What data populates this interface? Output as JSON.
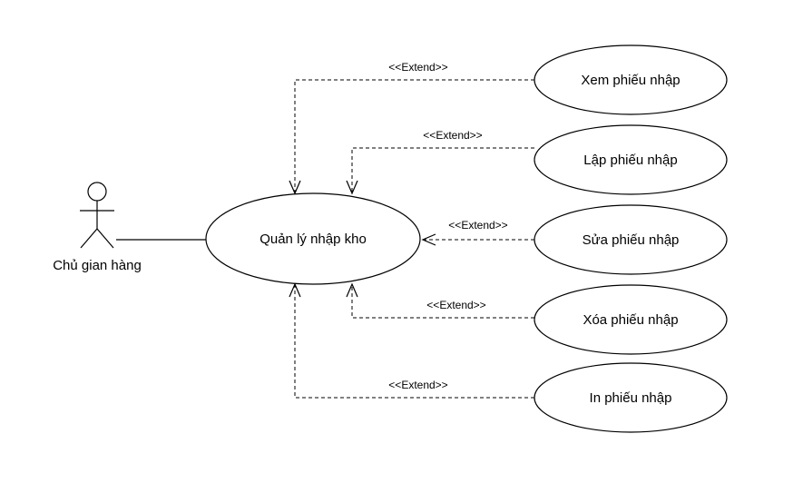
{
  "diagram": {
    "actor": {
      "label": "Chủ gian hàng"
    },
    "main_use_case": {
      "label": "Quản lý nhập kho"
    },
    "relation_label": "<<Extend>>",
    "extensions": [
      {
        "id": "xem",
        "label": "Xem phiếu nhập"
      },
      {
        "id": "lap",
        "label": "Lập phiếu nhập"
      },
      {
        "id": "sua",
        "label": "Sửa phiếu nhập"
      },
      {
        "id": "xoa",
        "label": "Xóa phiếu nhập"
      },
      {
        "id": "in",
        "label": "In phiếu nhập"
      }
    ]
  }
}
